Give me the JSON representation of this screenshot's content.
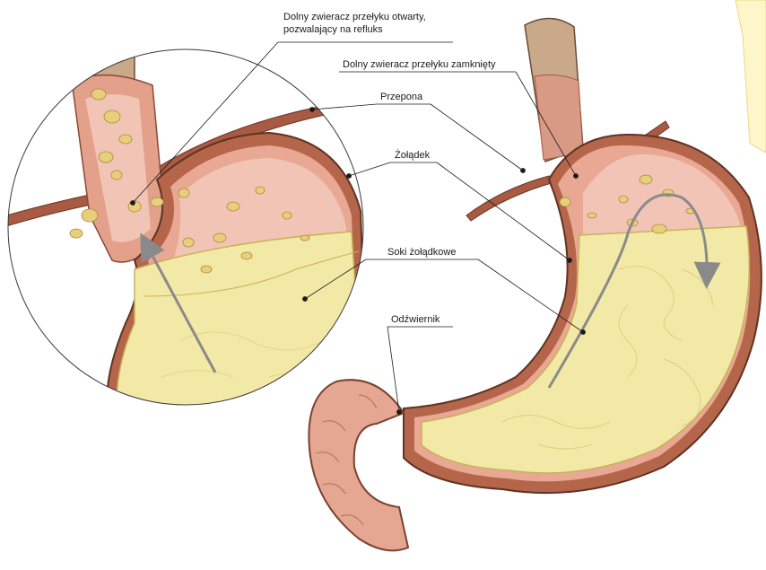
{
  "labels": {
    "les_open_line1": "Dolny zwieracz przełyku otwarty,",
    "les_open_line2": "pozwalający na refluks",
    "les_closed": "Dolny zwieracz przełyku zamknięty",
    "diaphragm": "Przepona",
    "stomach": "Żołądek",
    "gastric_juices": "Soki żołądkowe",
    "pylorus": "Odźwiernik"
  },
  "colors": {
    "tissue_outer": "#b5654a",
    "tissue_inner": "#e8a893",
    "tissue_pink": "#f2c4b5",
    "gastric_juice": "#f3e9a6",
    "juice_line": "#c7b25a",
    "food": "#e9cf7a",
    "arrow": "#8a8a8a",
    "sticky_note": "#fcf6c8",
    "leader": "#1a1a1a"
  }
}
